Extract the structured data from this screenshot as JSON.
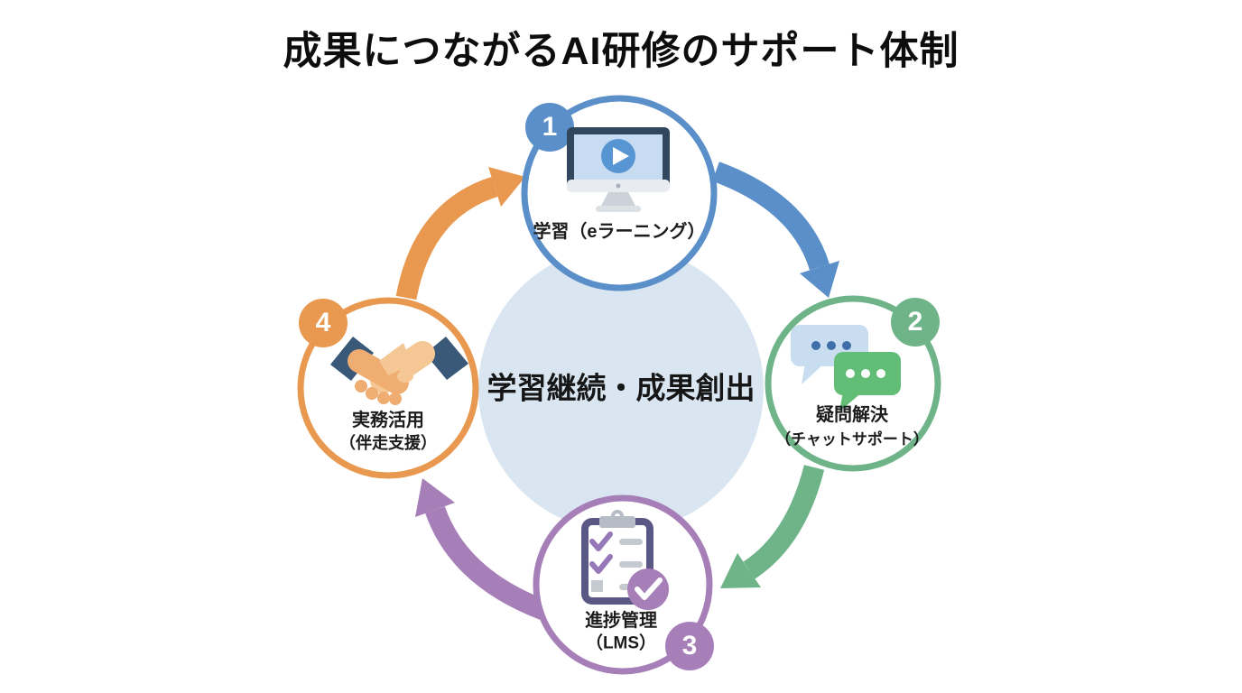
{
  "title": "成果につながるAI研修のサポート体制",
  "center_label": "学習継続・成果創出",
  "nodes": [
    {
      "number": "1",
      "label": "学習（eラーニング）",
      "color": "#5B8FC9",
      "icon": "monitor-elearning-icon"
    },
    {
      "number": "2",
      "label": "疑問解決",
      "sublabel": "（チャットサポート）",
      "color": "#6FB489",
      "icon": "chat-bubbles-icon"
    },
    {
      "number": "3",
      "label": "進捗管理",
      "sublabel": "（LMS）",
      "color": "#A77FB8",
      "icon": "clipboard-check-icon"
    },
    {
      "number": "4",
      "label": "実務活用",
      "sublabel": "（伴走支援）",
      "color": "#E8994F",
      "icon": "handshake-icon"
    }
  ],
  "colors": {
    "background": "#FFFFFF",
    "center_circle": "#D9E6F2",
    "title_text": "#0D0D0D",
    "step1_blue": "#5B8FC9",
    "step2_green": "#6FB489",
    "step3_purple": "#A77FB8",
    "step4_orange": "#E8994F"
  }
}
